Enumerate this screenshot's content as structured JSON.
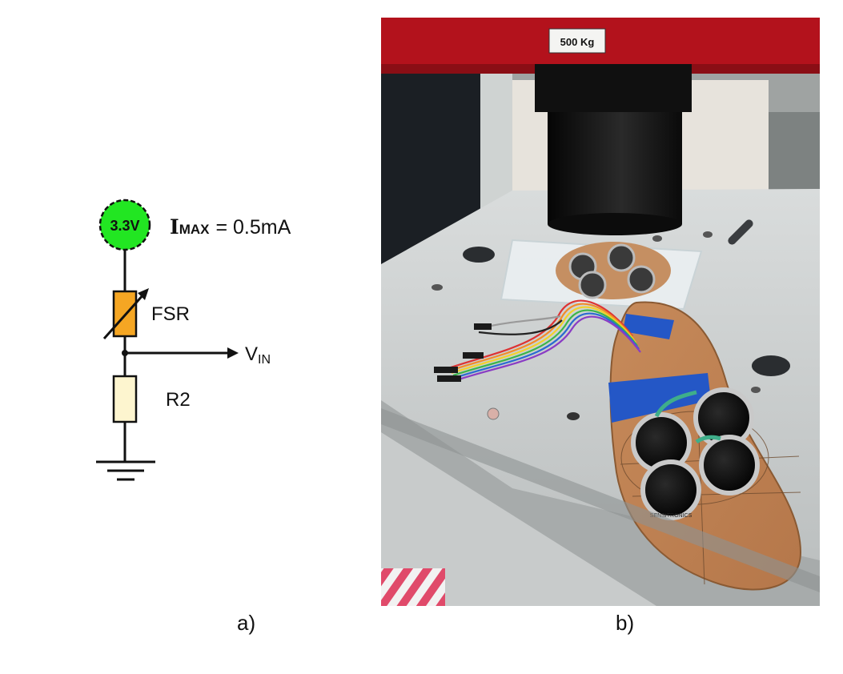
{
  "circuit": {
    "source_label": "3.3V",
    "current_prefix": "I",
    "current_sub": "MAX",
    "current_value": "= 0.5mA",
    "fsr_label": "FSR",
    "output_prefix": "V",
    "output_sub": "IN",
    "r2_label": "R2",
    "colors": {
      "source_fill": "#22e622",
      "fsr_fill": "#f5a623",
      "r2_fill": "#fdf5cf",
      "wire": "#111111"
    }
  },
  "photo": {
    "load_label": "500 Kg",
    "sensor_brand": "SENSITRONICS"
  },
  "captions": {
    "a": "a)",
    "b": "b)"
  }
}
